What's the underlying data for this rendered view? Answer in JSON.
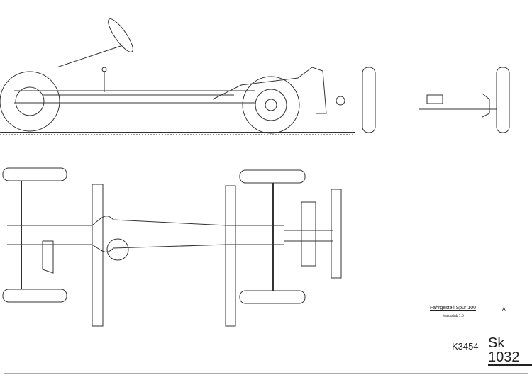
{
  "title_block": {
    "title": "Fahrgestell Spur 100",
    "scale": "Massstab 1:5",
    "revision": "A",
    "drawing_number": "K3454",
    "sketch_number": "Sk 1032"
  }
}
